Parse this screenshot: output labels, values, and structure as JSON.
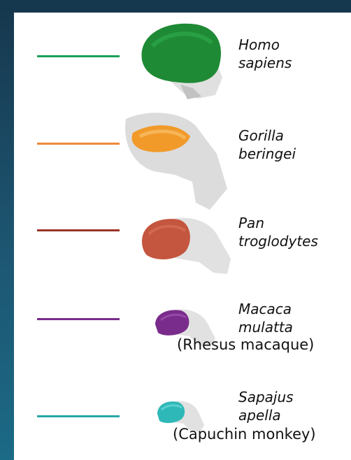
{
  "species": [
    {
      "genus": "Homo",
      "epithet": "sapiens",
      "common": "",
      "color": "#1aa05a"
    },
    {
      "genus": "Gorilla",
      "epithet": "beringei",
      "common": "",
      "color": "#ee8a3c"
    },
    {
      "genus": "Pan",
      "epithet": "troglodytes",
      "common": "",
      "color": "#9a3428"
    },
    {
      "genus": "Macaca",
      "epithet": "mulatta",
      "common": "(Rhesus macaque)",
      "color": "#7a2c8c"
    },
    {
      "genus": "Sapajus",
      "epithet": "apella",
      "common": "(Capuchin monkey)",
      "color": "#27a8a8"
    }
  ],
  "figure_icons": [
    "human-skull-brain-icon",
    "gorilla-skull-brain-icon",
    "chimpanzee-skull-brain-icon",
    "macaque-skull-brain-icon",
    "capuchin-skull-brain-icon"
  ]
}
